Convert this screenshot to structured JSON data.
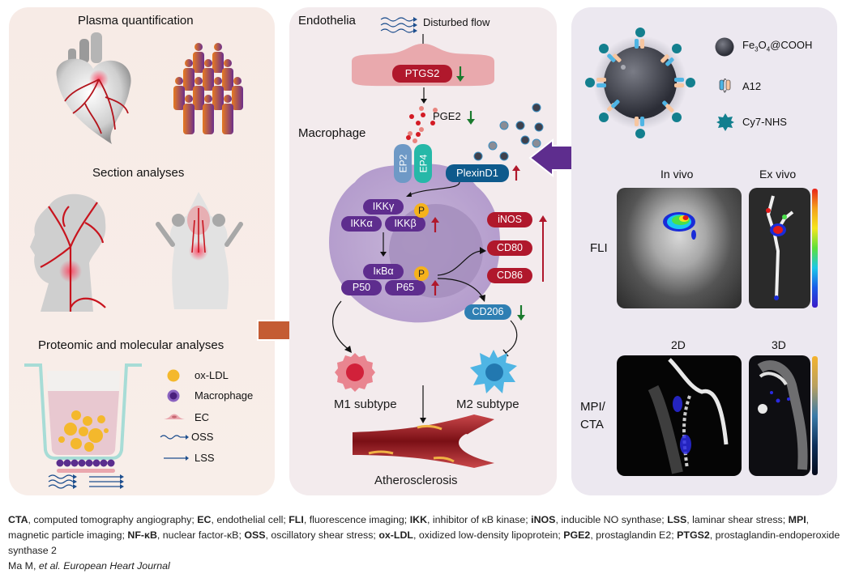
{
  "left_panel": {
    "plasma_title": "Plasma quantification",
    "section_title": "Section analyses",
    "proteomic_title": "Proteomic and molecular analyses",
    "legend": [
      {
        "icon": "ox-ldl-icon",
        "label": "ox-LDL"
      },
      {
        "icon": "macrophage-icon",
        "label": "Macrophage"
      },
      {
        "icon": "endothelial-cell-icon",
        "label": "EC"
      },
      {
        "icon": "wavy-arrow-icon",
        "label": "OSS"
      },
      {
        "icon": "straight-arrow-icon",
        "label": "LSS"
      }
    ]
  },
  "middle_panel": {
    "endothelia_label": "Endothelia",
    "disturbed_flow_label": "Disturbed flow",
    "ptgs2": "PTGS2",
    "pge2": "PGE2",
    "macrophage_label": "Macrophage",
    "ep2": "EP2",
    "ep4": "EP4",
    "plexind1": "PlexinD1",
    "ikk_gamma": "IKKγ",
    "ikk_alpha": "IKKα",
    "ikk_beta": "IKKβ",
    "phospho": "P",
    "ikb_alpha": "IκBα",
    "p50": "P50",
    "p65": "P65",
    "inos": "iNOS",
    "cd80": "CD80",
    "cd86": "CD86",
    "cd206": "CD206",
    "m1_label": "M1 subtype",
    "m2_label": "M2 subtype",
    "atherosclerosis_label": "Atherosclerosis"
  },
  "right_panel": {
    "legend": [
      {
        "icon": "nanoparticle-core-icon",
        "label_main": "Fe",
        "sub1": "3",
        "mid": "O",
        "sub2": "4",
        "tail": "@COOH"
      },
      {
        "icon": "aptamer-icon",
        "label": "A12"
      },
      {
        "icon": "cy7-dye-icon",
        "label": "Cy7-NHS"
      }
    ],
    "fli_label": "FLI",
    "in_vivo_label": "In vivo",
    "ex_vivo_label": "Ex vivo",
    "mpi_label_line1": "MPI/",
    "mpi_label_line2": "CTA",
    "two_d_label": "2D",
    "three_d_label": "3D"
  },
  "caption": [
    {
      "abbr": "CTA",
      "def": ", computed tomography angiography; "
    },
    {
      "abbr": "EC",
      "def": ", endothelial cell; "
    },
    {
      "abbr": "FLI",
      "def": ", fluorescence imaging; "
    },
    {
      "abbr": "IKK",
      "def": ", inhibitor of κB kinase; "
    },
    {
      "abbr": "iNOS",
      "def": ", inducible NO synthase; "
    },
    {
      "abbr": "LSS",
      "def": ", laminar shear stress; "
    },
    {
      "abbr": "MPI",
      "def": ", magnetic particle imaging; "
    },
    {
      "abbr": "NF-κB",
      "def": ", nuclear factor-κB; "
    },
    {
      "abbr": "OSS",
      "def": ", oscillatory shear stress; "
    },
    {
      "abbr": "ox-LDL",
      "def": ", oxidized low-density lipoprotein; "
    },
    {
      "abbr": "PGE2",
      "def": ", prostaglandin E2; "
    },
    {
      "abbr": "PTGS2",
      "def": ", prostaglandin-endoperoxide synthase 2"
    }
  ],
  "citation": {
    "authors": "Ma M, ",
    "etal": "et al.",
    "journal": " European Heart Journal"
  },
  "colors": {
    "upregulation": "#b0182c",
    "downregulation": "#1a7a2e",
    "transition_arrow": "#c45c33",
    "nanoparticle_arrow": "#5e2d8e"
  }
}
